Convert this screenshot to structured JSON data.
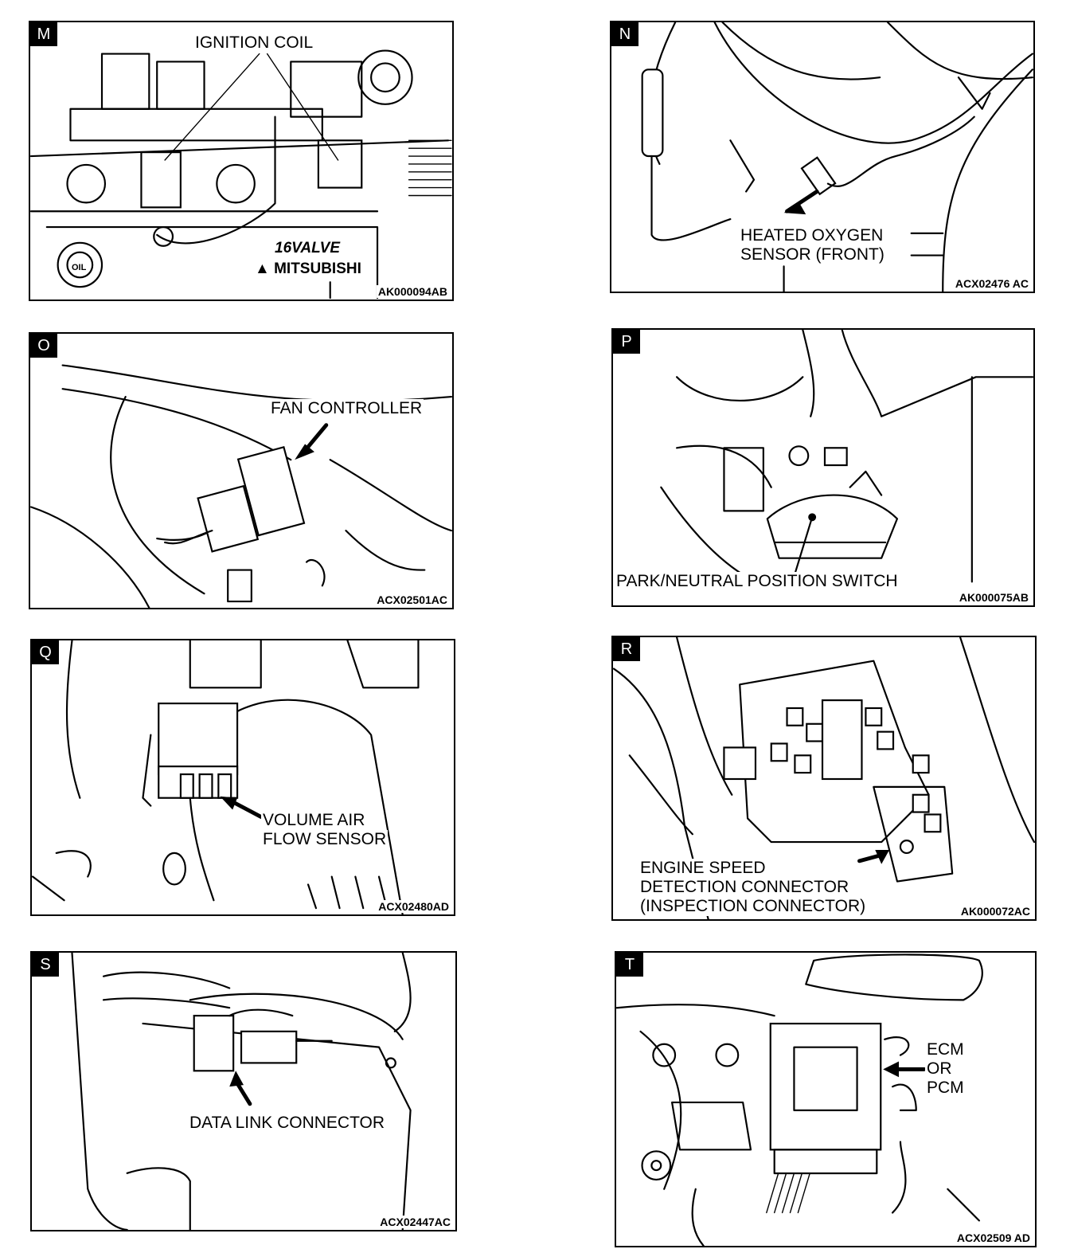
{
  "panels": [
    {
      "id": "M",
      "callouts": [
        "IGNITION COIL"
      ],
      "figure": "AK000094AB",
      "engine_marks": [
        "16VALVE",
        "MITSUBISHI",
        "OIL"
      ]
    },
    {
      "id": "N",
      "callouts": [
        "HEATED OXYGEN",
        "SENSOR (FRONT)"
      ],
      "figure": "ACX02476 AC"
    },
    {
      "id": "O",
      "callouts": [
        "FAN CONTROLLER"
      ],
      "figure": "ACX02501AC"
    },
    {
      "id": "P",
      "callouts": [
        "PARK/NEUTRAL POSITION SWITCH"
      ],
      "figure": "AK000075AB"
    },
    {
      "id": "Q",
      "callouts": [
        "VOLUME AIR",
        "FLOW SENSOR"
      ],
      "figure": "ACX02480AD"
    },
    {
      "id": "R",
      "callouts": [
        "ENGINE SPEED",
        "DETECTION CONNECTOR",
        "(INSPECTION CONNECTOR)"
      ],
      "figure": "AK000072AC"
    },
    {
      "id": "S",
      "callouts": [
        "DATA LINK CONNECTOR"
      ],
      "figure": "ACX02447AC"
    },
    {
      "id": "T",
      "callouts": [
        "ECM",
        "OR",
        "PCM"
      ],
      "figure": "ACX02509 AD"
    }
  ]
}
